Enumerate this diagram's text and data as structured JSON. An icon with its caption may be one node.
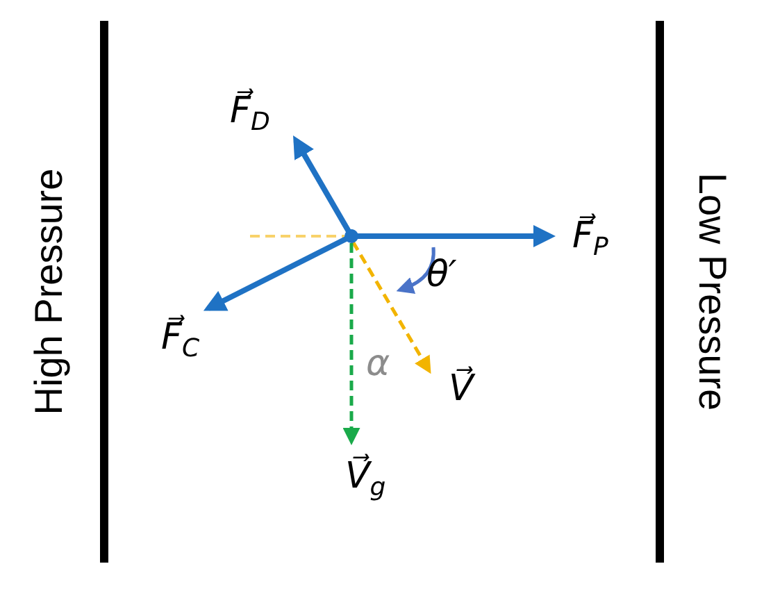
{
  "diagram": {
    "labels": [
      "High Pressure",
      "F⃗$_{D}$",
      "F⃗$_{P}$",
      "θ′",
      "F⃗$_{C}$",
      "α",
      "V⃗",
      "V⃗$_{g}$",
      "Low Pressure"
    ]
  }
}
